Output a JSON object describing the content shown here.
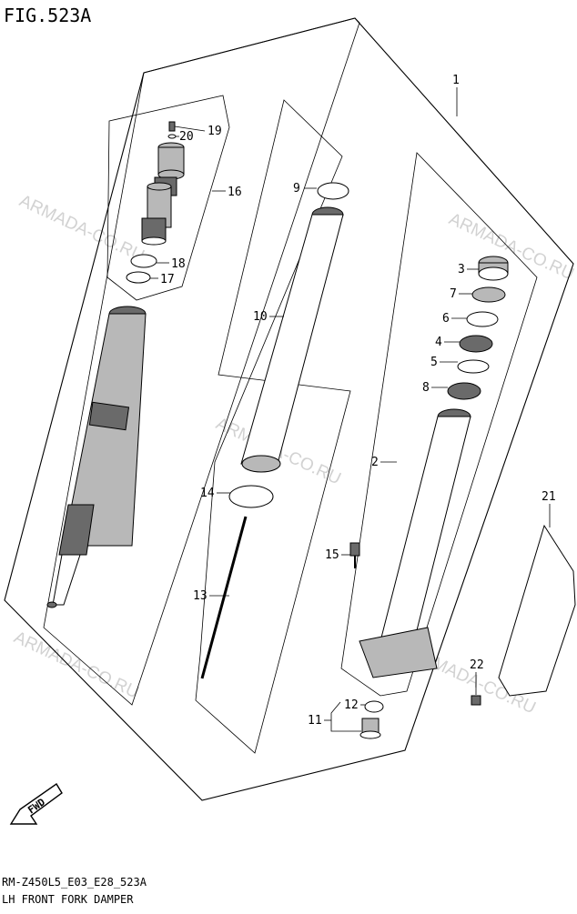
{
  "figure": {
    "title": "FIG.523A",
    "code": "RM-Z450L5_E03_E28_523A",
    "caption": "LH FRONT FORK DAMPER"
  },
  "watermark": "ARMADA-CO.RU",
  "callouts": {
    "c1": "1",
    "c2": "2",
    "c3": "3",
    "c4": "4",
    "c5": "5",
    "c6": "6",
    "c7": "7",
    "c8": "8",
    "c9": "9",
    "c10": "10",
    "c11": "11",
    "c12": "12",
    "c13": "13",
    "c14": "14",
    "c15": "15",
    "c16": "16",
    "c17": "17",
    "c18": "18",
    "c19": "19",
    "c20": "20",
    "c21": "21",
    "c22": "22"
  },
  "fwd_label": "FWD"
}
